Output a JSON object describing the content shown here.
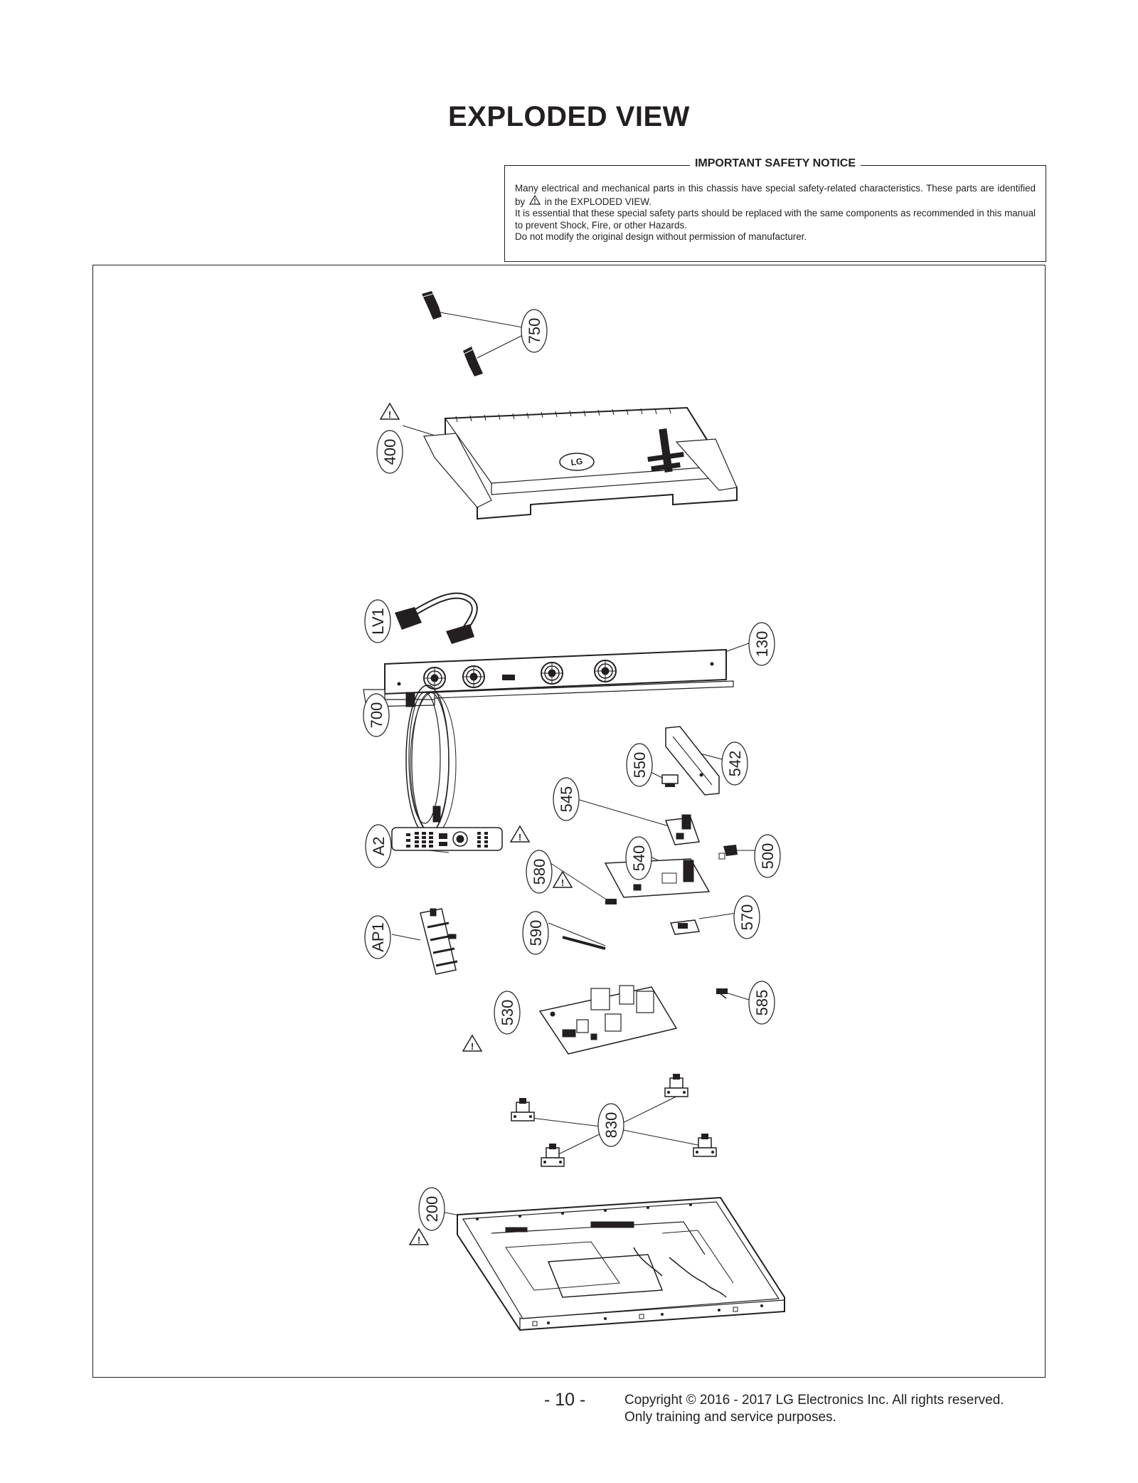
{
  "title": "EXPLODED VIEW",
  "notice": {
    "heading": "IMPORTANT SAFETY NOTICE",
    "line1": "Many electrical and mechanical parts in this chassis have special safety-related characteristics. These parts are identified by",
    "line1_tail": "in the EXPLODED VIEW.",
    "line2": "It is essential that these special safety parts should be replaced with the same components as recommended in this manual to prevent Shock, Fire, or other Hazards.",
    "line3": "Do not modify the original design without permission of manufacturer."
  },
  "parts": {
    "p750": "750",
    "p400": "400",
    "pLV1": "LV1",
    "p130": "130",
    "p700": "700",
    "p550": "550",
    "p542": "542",
    "p545": "545",
    "pA2": "A2",
    "p500": "500",
    "p540": "540",
    "p580": "580",
    "p570": "570",
    "p590": "590",
    "pAP1": "AP1",
    "p530": "530",
    "p585": "585",
    "p830": "830",
    "p200": "200"
  },
  "logo_text": "LG",
  "warning_mark": "!",
  "footer": {
    "page": "- 10 -",
    "copyright_line1": "Copyright © 2016 - 2017 LG Electronics Inc. All rights reserved.",
    "copyright_line2": "Only training and service purposes."
  }
}
